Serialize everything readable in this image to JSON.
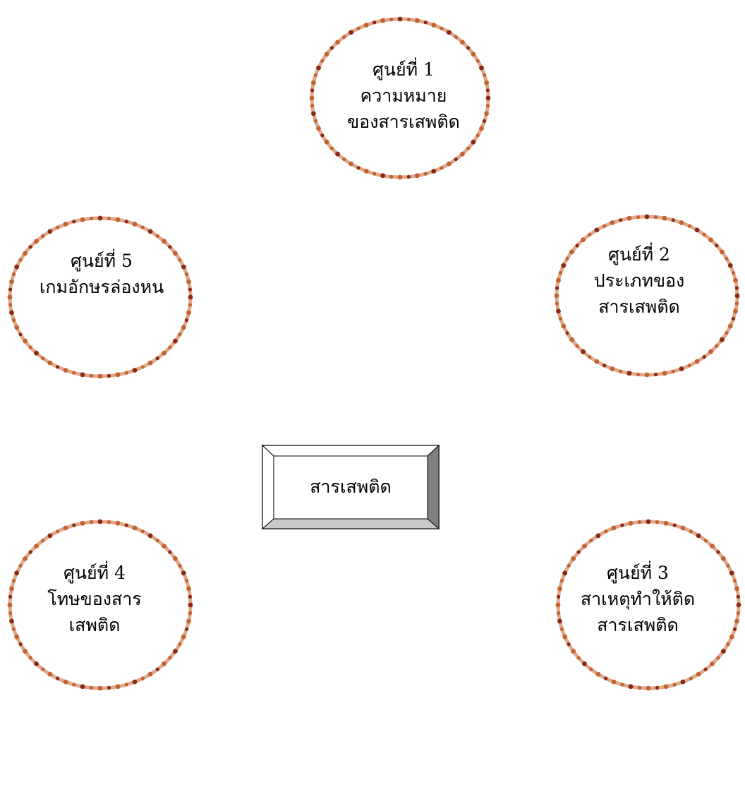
{
  "diagram": {
    "center": {
      "label": "สารเสพติด"
    },
    "stations": [
      {
        "key": "s1",
        "lines": [
          "ศูนย์ที่  1",
          "ความหมาย",
          "ของสารเสพติด"
        ]
      },
      {
        "key": "s2",
        "lines": [
          "ศูนย์ที่  2",
          "ประเภทของ",
          "สารเสพติด"
        ]
      },
      {
        "key": "s3",
        "lines": [
          "ศูนย์ที่  3",
          "สาเหตุทำให้ติด",
          "สารเสพติด"
        ]
      },
      {
        "key": "s4",
        "lines": [
          "ศูนย์ที่  4",
          "โทษของสาร",
          "เสพติด"
        ]
      },
      {
        "key": "s5",
        "lines": [
          "ศูนย์ที่  5",
          "เกมอักษรล่องหน"
        ]
      }
    ]
  },
  "colors": {
    "ring_main": "#c4632f",
    "ring_accent": "#8b2a12",
    "bevel_light": "#ffffff",
    "bevel_gray": "#c9c9c9",
    "bevel_dark": "#7f7f7f"
  }
}
